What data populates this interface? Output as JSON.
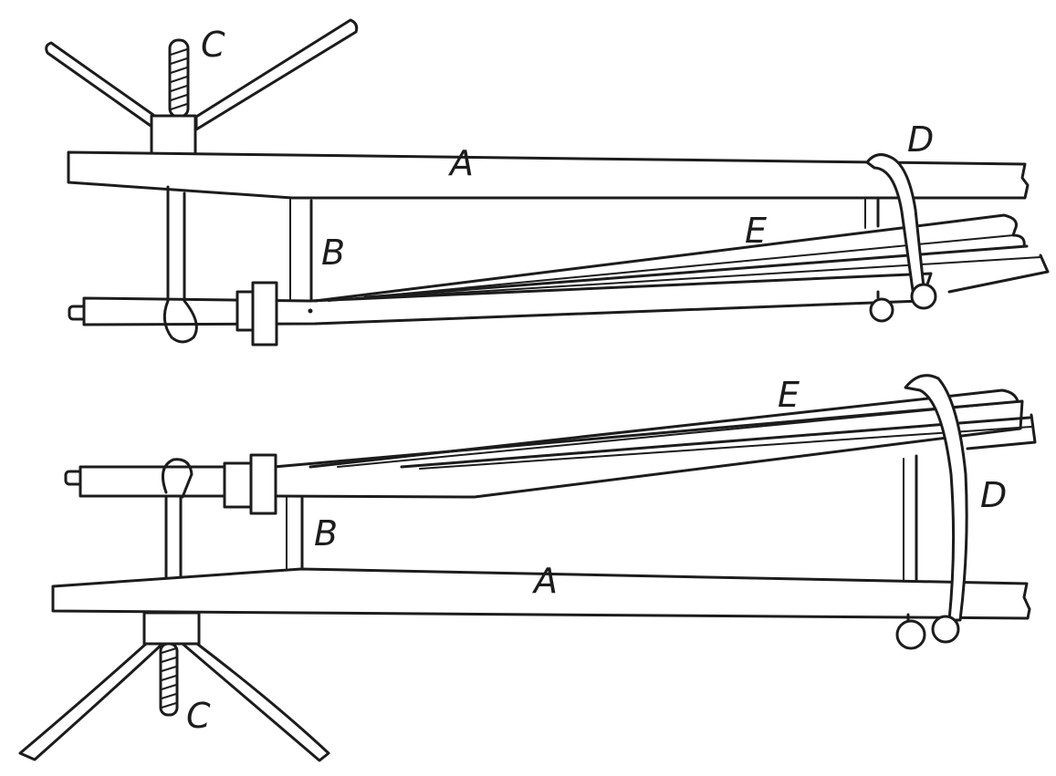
{
  "figure": {
    "type": "technical line drawing",
    "views": [
      {
        "name": "upper view",
        "labels": {
          "a": "A",
          "b": "B",
          "c": "C",
          "d": "D",
          "e": "E"
        }
      },
      {
        "name": "lower view",
        "labels": {
          "a": "A",
          "b": "B",
          "c": "C",
          "d": "D",
          "e": "E"
        }
      }
    ],
    "colors": {
      "ink": "#1c1c1c",
      "paper": "#ffffff"
    }
  }
}
